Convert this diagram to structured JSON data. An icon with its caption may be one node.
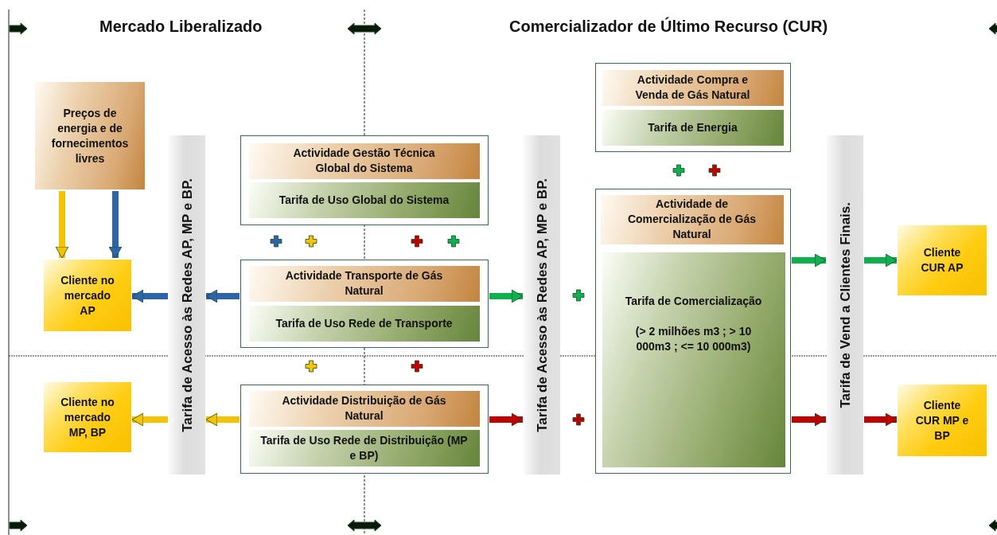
{
  "diagram": {
    "nodes": [
      {
        "text": [
          "Preços de energia e de fornecimentos livres"
        ]
      },
      {
        "text": [
          "Cliente no mercado AP"
        ]
      },
      {
        "text": [
          "Cliente no mercado MP, BP"
        ]
      },
      {
        "text": [
          "Tarifa de Acesso às Redes AP, MP e BP."
        ]
      },
      {
        "text": [],
        "shape": "box"
      },
      {
        "text": [
          "Actividade Gestão Técnica Global do Sistema"
        ],
        "in": 4
      },
      {
        "text": [
          "Tarifa de Uso Global do Sistema"
        ],
        "in": 4
      },
      {
        "text": [],
        "shape": "box"
      },
      {
        "text": [
          "Actividade Transporte de Gás Natural"
        ],
        "in": 7
      },
      {
        "text": [
          "Tarifa de Uso Rede de Transporte"
        ],
        "in": 7
      },
      {
        "text": [],
        "shape": "box"
      },
      {
        "text": [
          "Actividade Distribuição de Gás Natural"
        ],
        "in": 10
      },
      {
        "text": [
          "Tarifa de Uso Rede de Distribuição (MP e BP)"
        ],
        "in": 10
      },
      {
        "text": [
          "Tarifa de Acesso às Redes AP, MP e BP."
        ]
      },
      {
        "text": [],
        "shape": "box"
      },
      {
        "text": [
          "Actividade Compra e Venda de Gás Natural"
        ],
        "in": 14
      },
      {
        "text": [
          "Tarifa de Energia"
        ],
        "in": 14
      },
      {
        "text": [],
        "shape": "box"
      },
      {
        "text": [
          "Actividade de Comercialização de Gás Natural"
        ],
        "in": 17
      },
      {
        "text": [
          "Tarifa de Comercialização",
          "(> 2 milhões m3 ; > 10 000m3 ; <= 10 000m3)"
        ],
        "in": 17
      },
      {
        "text": [
          "Tarifa de Vend a Clientes Finais."
        ]
      },
      {
        "text": [
          "Cliente CUR AP"
        ]
      },
      {
        "text": [
          "Cliente CUR MP e BP"
        ]
      }
    ],
    "edges": [
      {
        "from": 0,
        "to": 1,
        "arrow": "to",
        "color": "#f5c400"
      },
      {
        "from": 0,
        "to": 1,
        "arrow": "to",
        "color": "#2e64a8"
      },
      {
        "from": 7,
        "to": 3,
        "arrow": "to",
        "color": "#2e64a8"
      },
      {
        "from": 3,
        "to": 1,
        "arrow": "to",
        "color": "#2e64a8"
      },
      {
        "from": 10,
        "to": 3,
        "arrow": "to",
        "color": "#f5c400"
      },
      {
        "from": 3,
        "to": 2,
        "arrow": "to",
        "color": "#f5c400"
      },
      {
        "from": 7,
        "to": 13,
        "arrow": "to",
        "color": "#10b050"
      },
      {
        "from": 10,
        "to": 13,
        "arrow": "to",
        "color": "#c00000"
      },
      {
        "from": 17,
        "to": 20,
        "arrow": "to",
        "color": "#10b050"
      },
      {
        "from": 17,
        "to": 20,
        "arrow": "to",
        "color": "#c00000"
      },
      {
        "from": 20,
        "to": 21,
        "arrow": "to",
        "color": "#10b050"
      },
      {
        "from": 20,
        "to": 22,
        "arrow": "to",
        "color": "#c00000"
      }
    ],
    "labels": [
      "Mercado Liberalizado",
      "Comercializador de Último Recurso (CUR)"
    ]
  }
}
